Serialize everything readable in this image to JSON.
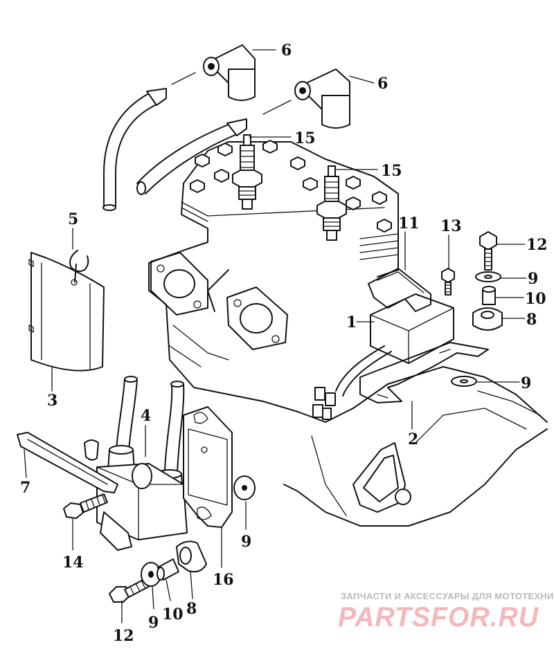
{
  "callouts": {
    "c1": "1",
    "c2": "2",
    "c3": "3",
    "c4": "4",
    "c5": "5",
    "c6a": "6",
    "c6b": "6",
    "c7": "7",
    "c8a": "8",
    "c8b": "8",
    "c9a": "9",
    "c9b": "9",
    "c9c": "9",
    "c9d": "9",
    "c10a": "10",
    "c10b": "10",
    "c11": "11",
    "c12a": "12",
    "c12b": "12",
    "c13": "13",
    "c14": "14",
    "c15a": "15",
    "c15b": "15",
    "c16": "16"
  },
  "watermark": {
    "tagline": "ЗАПЧАСТИ И АКСЕССУАРЫ ДЛЯ МОТОТЕХНИКИ",
    "brand": "PARTSFOR.RU"
  },
  "colors": {
    "line": "#111111",
    "watermark_tagline": "#b9b9b9",
    "watermark_brand": "#f3b8ba"
  }
}
